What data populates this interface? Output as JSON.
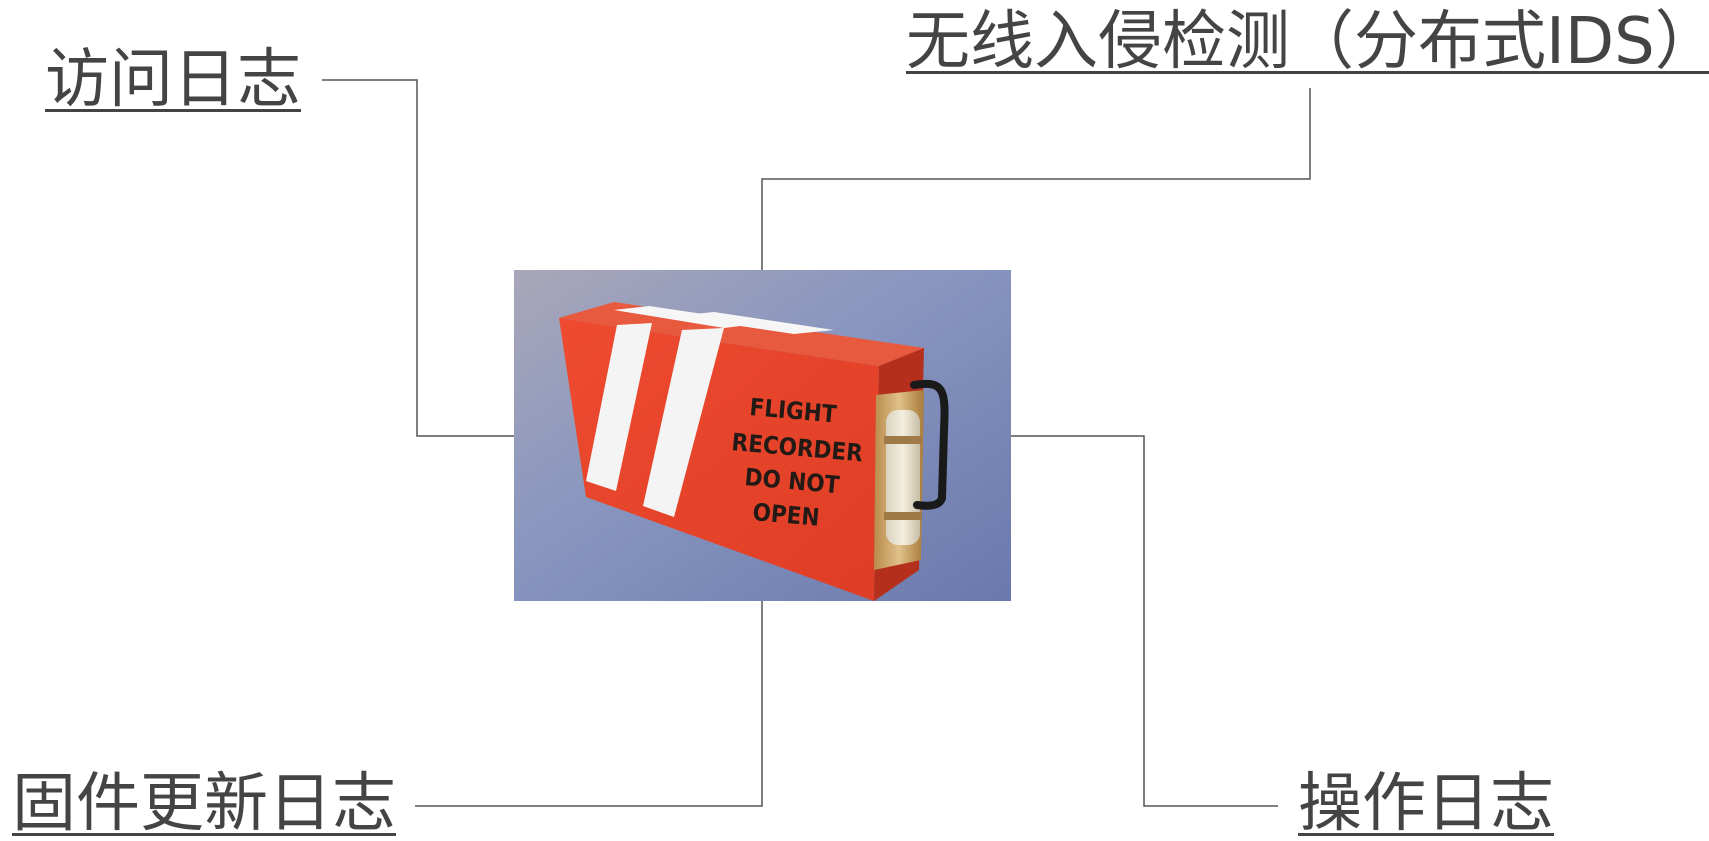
{
  "labels": {
    "access_log": "访问日志",
    "wireless_ids": "无线入侵检测（分布式IDS）",
    "firmware_log": "固件更新日志",
    "operation_log": "操作日志"
  },
  "device": {
    "text_lines": [
      "FLIGHT",
      "RECORDER",
      "DO NOT",
      "OPEN"
    ],
    "body_color": "#e8442c",
    "stripe_color": "#f4f4f4",
    "background_color": "#8090b8"
  },
  "colors": {
    "label_text": "#444444",
    "connector": "#555555"
  }
}
